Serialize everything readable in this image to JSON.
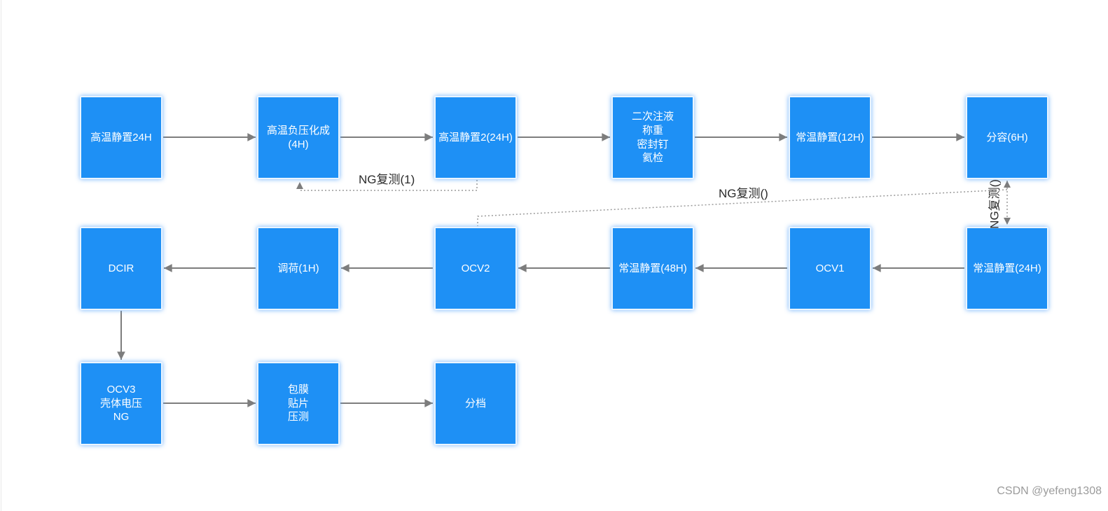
{
  "page": {
    "watermark": "CSDN @yefeng1308"
  },
  "diagram": {
    "colors": {
      "node_fill": "#1E90F5",
      "node_border": "#EAF5FF",
      "node_text": "#FFFFFF",
      "arrow": "#7D7D7D",
      "dotted_line": "#9A9A9A",
      "edge_label_text": "#2B2B2B"
    },
    "rows": [
      [
        {
          "id": "ht-rest-24h",
          "label": "高温静置24H"
        },
        {
          "id": "ht-vac-formation",
          "label": "高温负压化成(4H)"
        },
        {
          "id": "ht-rest2-24h",
          "label": "高温静置2(24H)"
        },
        {
          "id": "second-injection",
          "label": "二次注液\n称重\n密封钉\n氦检"
        },
        {
          "id": "rt-rest-12h",
          "label": "常温静置(12H)"
        },
        {
          "id": "capacity-6h",
          "label": "分容(6H)"
        }
      ],
      [
        {
          "id": "dcir",
          "label": "DCIR"
        },
        {
          "id": "charge-adjust-1h",
          "label": "调荷(1H)"
        },
        {
          "id": "ocv2",
          "label": "OCV2"
        },
        {
          "id": "rt-rest-48h",
          "label": "常温静置(48H)"
        },
        {
          "id": "ocv1",
          "label": "OCV1"
        },
        {
          "id": "rt-rest-24h",
          "label": "常温静置(24H)"
        }
      ],
      [
        {
          "id": "ocv3-shell-ng",
          "label": "OCV3\n壳体电压\nNG"
        },
        {
          "id": "film-wrap",
          "label": "包膜\n贴片\n压测"
        },
        {
          "id": "binning",
          "label": "分档"
        }
      ]
    ],
    "edge_labels": {
      "ng_retest_1": "NG复测(1)",
      "ng_retest_2": "NG复测()",
      "ng_retest_3": "NG复测()"
    }
  }
}
